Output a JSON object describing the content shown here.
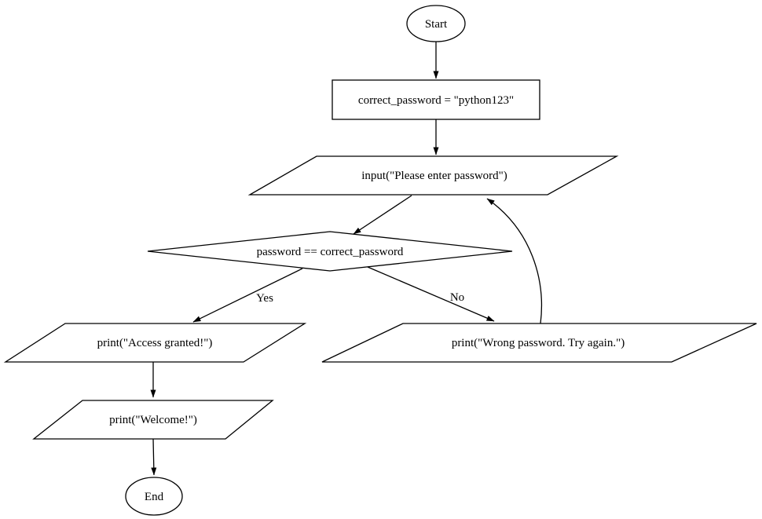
{
  "diagram": {
    "type": "flowchart",
    "background_color": "#ffffff",
    "node_fill_color": "#ffffff",
    "stroke_color": "#000000",
    "nodes": {
      "start": {
        "shape": "ellipse",
        "label": "Start"
      },
      "set_password": {
        "shape": "rectangle",
        "label": "correct_password = \"python123\""
      },
      "input_password": {
        "shape": "parallelogram",
        "label": "input(\"Please enter password\")"
      },
      "check_password": {
        "shape": "diamond",
        "label": "password == correct_password"
      },
      "access_granted": {
        "shape": "parallelogram",
        "label": "print(\"Access granted!\")"
      },
      "wrong_password": {
        "shape": "parallelogram",
        "label": "print(\"Wrong password. Try again.\")"
      },
      "welcome": {
        "shape": "parallelogram",
        "label": "print(\"Welcome!\")"
      },
      "end": {
        "shape": "ellipse",
        "label": "End"
      }
    },
    "edge_labels": {
      "yes": "Yes",
      "no": "No"
    },
    "edges": [
      {
        "from": "start",
        "to": "set_password",
        "label": ""
      },
      {
        "from": "set_password",
        "to": "input_password",
        "label": ""
      },
      {
        "from": "input_password",
        "to": "check_password",
        "label": ""
      },
      {
        "from": "check_password",
        "to": "access_granted",
        "label": "Yes"
      },
      {
        "from": "check_password",
        "to": "wrong_password",
        "label": "No"
      },
      {
        "from": "wrong_password",
        "to": "input_password",
        "label": ""
      },
      {
        "from": "access_granted",
        "to": "welcome",
        "label": ""
      },
      {
        "from": "welcome",
        "to": "end",
        "label": ""
      }
    ]
  }
}
